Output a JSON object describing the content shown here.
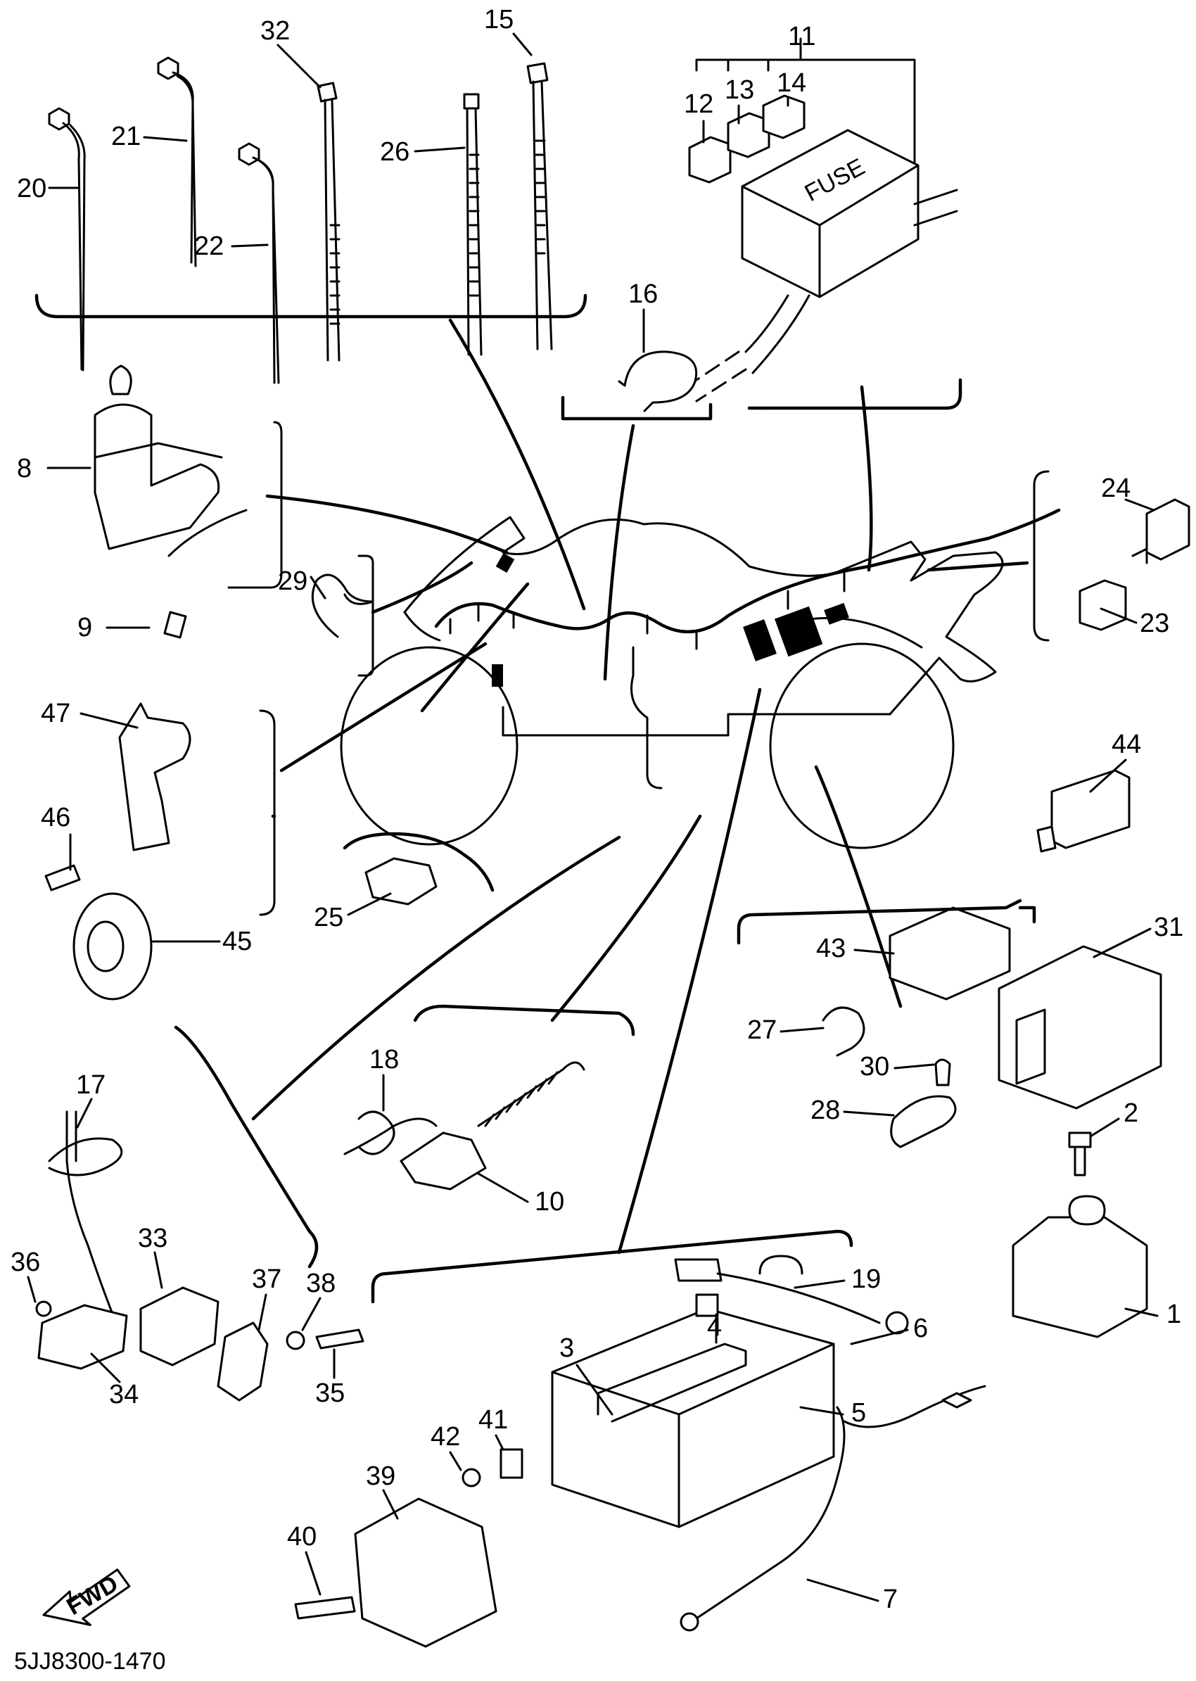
{
  "diagram_code": "5JJ8300-1470",
  "fwd_label": "FWD",
  "fuse_label": "FUSE",
  "callouts": [
    {
      "id": "c1",
      "text": "1"
    },
    {
      "id": "c2",
      "text": "2"
    },
    {
      "id": "c3",
      "text": "3"
    },
    {
      "id": "c4",
      "text": "4"
    },
    {
      "id": "c5",
      "text": "5"
    },
    {
      "id": "c6",
      "text": "6"
    },
    {
      "id": "c7",
      "text": "7"
    },
    {
      "id": "c8",
      "text": "8"
    },
    {
      "id": "c9",
      "text": "9"
    },
    {
      "id": "c10",
      "text": "10"
    },
    {
      "id": "c11",
      "text": "11"
    },
    {
      "id": "c12",
      "text": "12"
    },
    {
      "id": "c13",
      "text": "13"
    },
    {
      "id": "c14",
      "text": "14"
    },
    {
      "id": "c15",
      "text": "15"
    },
    {
      "id": "c16",
      "text": "16"
    },
    {
      "id": "c17",
      "text": "17"
    },
    {
      "id": "c18",
      "text": "18"
    },
    {
      "id": "c19",
      "text": "19"
    },
    {
      "id": "c20",
      "text": "20"
    },
    {
      "id": "c21",
      "text": "21"
    },
    {
      "id": "c22",
      "text": "22"
    },
    {
      "id": "c23",
      "text": "23"
    },
    {
      "id": "c24",
      "text": "24"
    },
    {
      "id": "c25",
      "text": "25"
    },
    {
      "id": "c26",
      "text": "26"
    },
    {
      "id": "c27",
      "text": "27"
    },
    {
      "id": "c28",
      "text": "28"
    },
    {
      "id": "c29",
      "text": "29"
    },
    {
      "id": "c30",
      "text": "30"
    },
    {
      "id": "c31",
      "text": "31"
    },
    {
      "id": "c32",
      "text": "32"
    },
    {
      "id": "c33",
      "text": "33"
    },
    {
      "id": "c34",
      "text": "34"
    },
    {
      "id": "c35",
      "text": "35"
    },
    {
      "id": "c36",
      "text": "36"
    },
    {
      "id": "c37",
      "text": "37"
    },
    {
      "id": "c38",
      "text": "38"
    },
    {
      "id": "c39",
      "text": "39"
    },
    {
      "id": "c40",
      "text": "40"
    },
    {
      "id": "c41",
      "text": "41"
    },
    {
      "id": "c42",
      "text": "42"
    },
    {
      "id": "c43",
      "text": "43"
    },
    {
      "id": "c44",
      "text": "44"
    },
    {
      "id": "c45",
      "text": "45"
    },
    {
      "id": "c46",
      "text": "46"
    },
    {
      "id": "c47",
      "text": "47"
    }
  ]
}
